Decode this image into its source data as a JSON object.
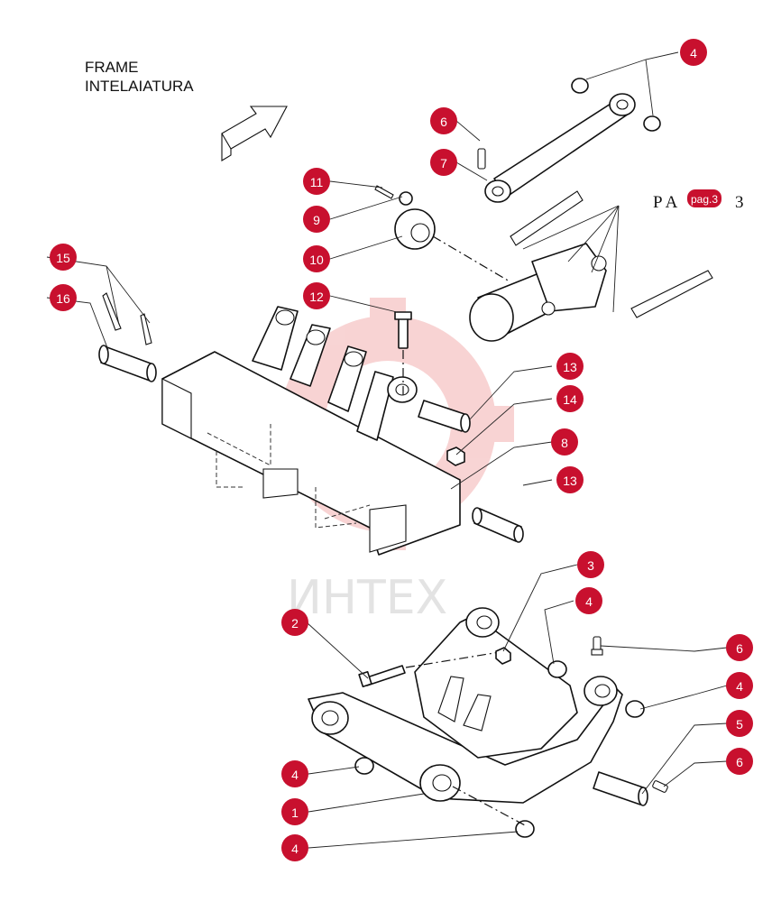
{
  "header": {
    "title_line1": "FRAME",
    "title_line2": "INTELAIATURA"
  },
  "reference": {
    "text": "P A",
    "badge": "pag.3",
    "suffix": "3"
  },
  "watermark": {
    "text": "ИНТЕХ"
  },
  "callouts": [
    {
      "id": "c4a",
      "label": "4"
    },
    {
      "id": "c6a",
      "label": "6"
    },
    {
      "id": "c7",
      "label": "7"
    },
    {
      "id": "c11",
      "label": "11"
    },
    {
      "id": "c9",
      "label": "9"
    },
    {
      "id": "c10",
      "label": "10"
    },
    {
      "id": "c15",
      "label": "15"
    },
    {
      "id": "c16",
      "label": "16"
    },
    {
      "id": "c12",
      "label": "12"
    },
    {
      "id": "c13a",
      "label": "13"
    },
    {
      "id": "c14",
      "label": "14"
    },
    {
      "id": "c8",
      "label": "8"
    },
    {
      "id": "c13b",
      "label": "13"
    },
    {
      "id": "c3",
      "label": "3"
    },
    {
      "id": "c4b",
      "label": "4"
    },
    {
      "id": "c2",
      "label": "2"
    },
    {
      "id": "c6b",
      "label": "6"
    },
    {
      "id": "c4c",
      "label": "4"
    },
    {
      "id": "c5",
      "label": "5"
    },
    {
      "id": "c4d",
      "label": "4"
    },
    {
      "id": "c6c",
      "label": "6"
    },
    {
      "id": "c1",
      "label": "1"
    },
    {
      "id": "c4e",
      "label": "4"
    }
  ],
  "colors": {
    "callout_fill": "#c8102e",
    "watermark": "#e03a3a",
    "line": "#111111"
  }
}
